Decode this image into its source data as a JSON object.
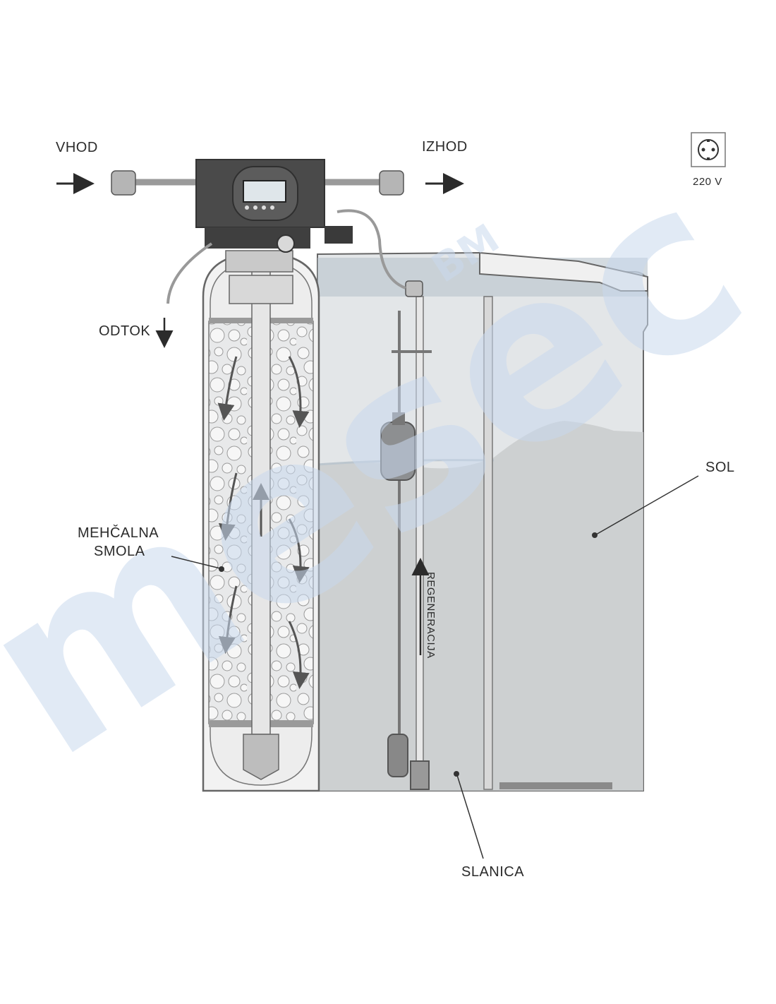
{
  "labels": {
    "inlet": "VHOD",
    "outlet": "IZHOD",
    "drain": "ODTOK",
    "power": "220 V",
    "resin_line1": "MEHČALNA",
    "resin_line2": "SMOLA",
    "salt": "SOL",
    "brine": "SLANICA",
    "regeneration": "REGENERACIJA"
  },
  "watermark": {
    "text": "mesec",
    "sub": "BM"
  },
  "colors": {
    "outline": "#555555",
    "valve_body": "#4a4a4a",
    "brine_tank": "#dfe3e6",
    "salt": "#c9cbcc",
    "water_top": "#b7c4cf",
    "watermark": "#c9d9ee"
  },
  "icons": {
    "power": "power-socket-icon",
    "flow": "arrow-icon"
  }
}
